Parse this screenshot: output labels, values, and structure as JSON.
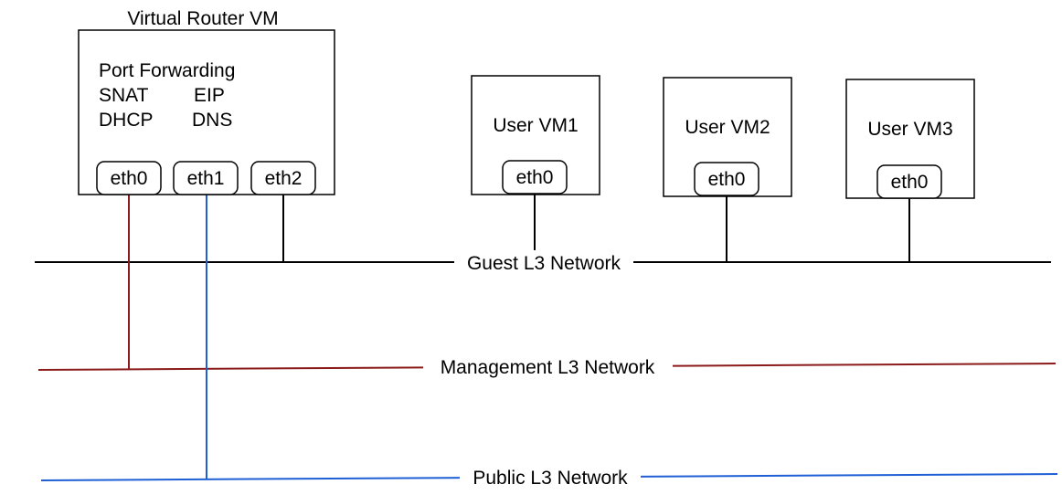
{
  "router": {
    "title": "Virtual Router VM",
    "services": {
      "port_forwarding": "Port Forwarding",
      "snat": "SNAT",
      "eip": "EIP",
      "dhcp": "DHCP",
      "dns": "DNS"
    },
    "nics": [
      "eth0",
      "eth1",
      "eth2"
    ]
  },
  "user_vms": [
    {
      "label": "User VM1",
      "nic": "eth0"
    },
    {
      "label": "User VM2",
      "nic": "eth0"
    },
    {
      "label": "User VM3",
      "nic": "eth0"
    }
  ],
  "networks": {
    "guest": {
      "label": "Guest L3 Network",
      "color": "#000000"
    },
    "management": {
      "label": "Management L3 Network",
      "color": "#8b1a1a"
    },
    "public": {
      "label": "Public L3 Network",
      "color": "#1f5fd6"
    }
  }
}
